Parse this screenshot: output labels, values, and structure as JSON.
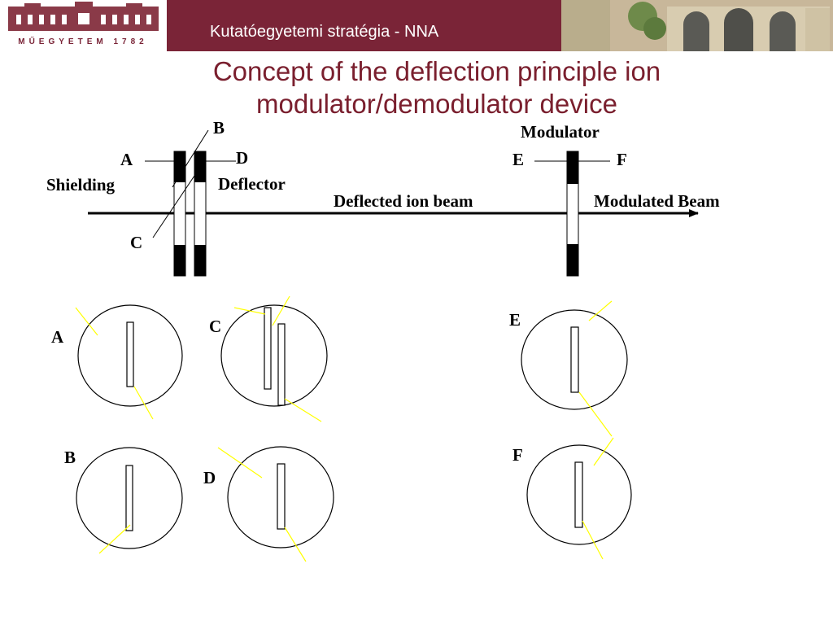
{
  "header": {
    "title": "Kutatóegyetemi stratégia - NNA",
    "logo_text": "MŰEGYETEM 1782"
  },
  "slide": {
    "title_line1": "Concept of the deflection principle ion",
    "title_line2": "modulator/demodulator device"
  },
  "top_diagram": {
    "label_a": "A",
    "label_b": "B",
    "label_c": "C",
    "label_d": "D",
    "label_e": "E",
    "label_f": "F",
    "shielding": "Shielding",
    "deflector": "Deflector",
    "modulator": "Modulator",
    "deflected_beam": "Deflected ion beam",
    "modulated_beam": "Modulated Beam"
  },
  "cross_sections": {
    "a": "A",
    "b": "B",
    "c": "C",
    "d": "D",
    "e": "E",
    "f": "F"
  },
  "colors": {
    "header_bg": "#7a2437",
    "title": "#7a1f2e",
    "highlight_line": "#ffff00"
  }
}
